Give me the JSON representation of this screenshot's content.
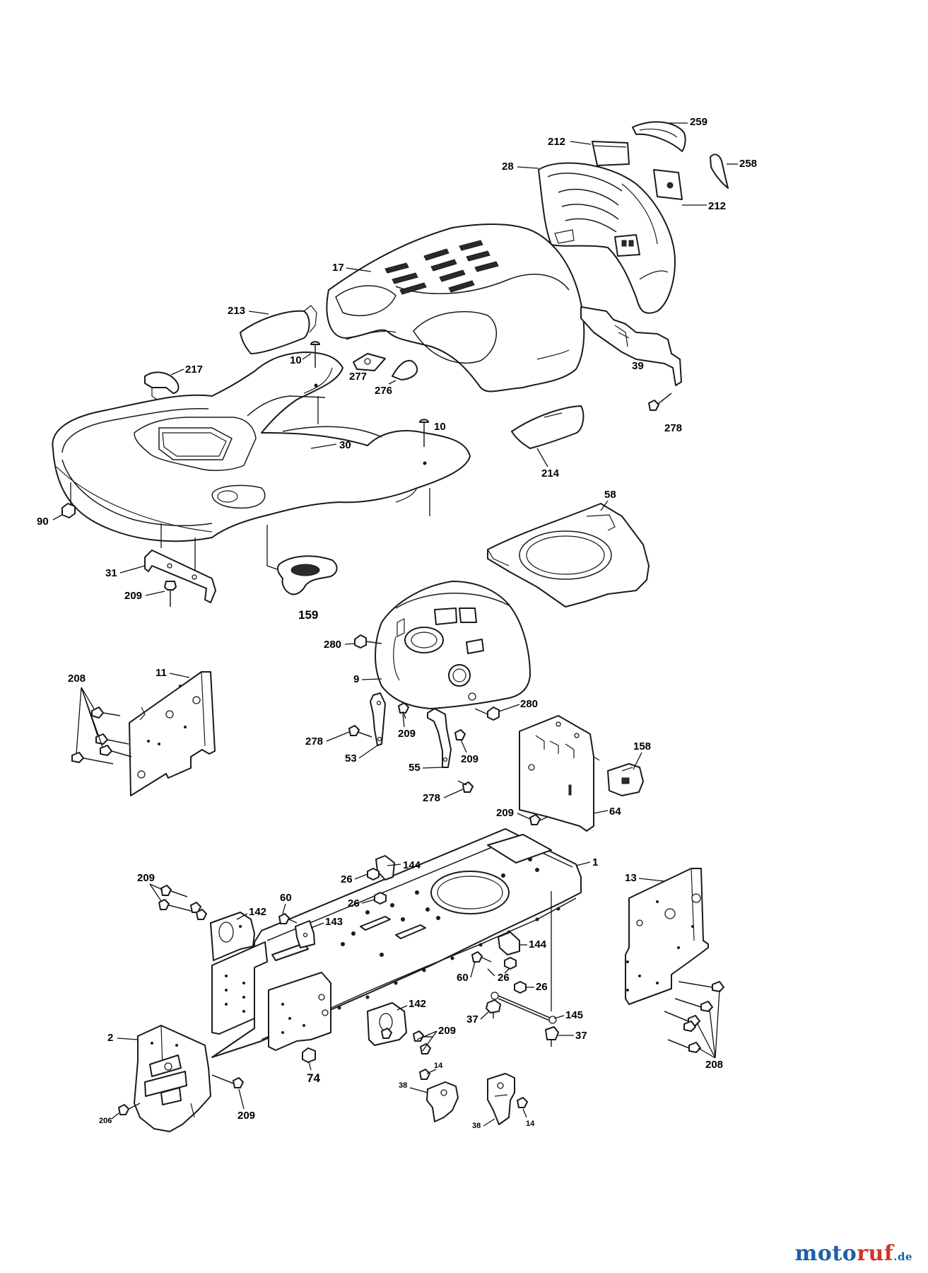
{
  "labels": [
    "259",
    "212",
    "28",
    "258",
    "212",
    "17",
    "213",
    "10",
    "277",
    "276",
    "39",
    "217",
    "278",
    "10",
    "30",
    "214",
    "90",
    "58",
    "31",
    "209",
    "159",
    "280",
    "208",
    "11",
    "9",
    "280",
    "278",
    "209",
    "53",
    "209",
    "55",
    "158",
    "278",
    "209",
    "64",
    "1",
    "144",
    "209",
    "26",
    "13",
    "60",
    "26",
    "142",
    "143",
    "144",
    "60",
    "26",
    "26",
    "142",
    "145",
    "37",
    "209",
    "37",
    "2",
    "74",
    "14",
    "208",
    "38",
    "206",
    "209",
    "38",
    "14"
  ],
  "brand": {
    "part1": "moto",
    "part2": "ruf",
    "suffix": ".de"
  }
}
